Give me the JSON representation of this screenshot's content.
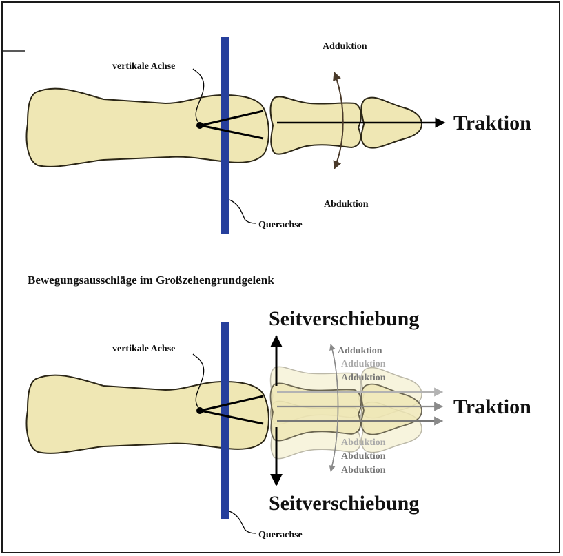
{
  "top_panel": {
    "vertical_axis_label": "vertikale Achse",
    "transverse_axis_label": "Querachse",
    "adduction_label": "Adduktion",
    "abduction_label": "Abduktion",
    "traction_label": "Traktion"
  },
  "caption": "Bewegungsausschläge im Großzehengrundgelenk",
  "bottom_panel": {
    "vertical_axis_label": "vertikale Achse",
    "transverse_axis_label": "Querachse",
    "lateral_shift_top": "Seitverschiebung",
    "lateral_shift_bottom": "Seitverschiebung",
    "traction_label": "Traktion",
    "adduction_labels": [
      "Adduktion",
      "Adduktion",
      "Adduktion"
    ],
    "abduction_labels": [
      "Abduktion",
      "Abduktion",
      "Abduktion"
    ]
  },
  "colors": {
    "bone_fill": "#efe7b4",
    "bone_stroke": "#2b2616",
    "axis_bar": "#263f9c",
    "arrow": "#000000",
    "motion_arrow": "#4a3a2a",
    "ghost_arrow": "#8a8a8a"
  }
}
